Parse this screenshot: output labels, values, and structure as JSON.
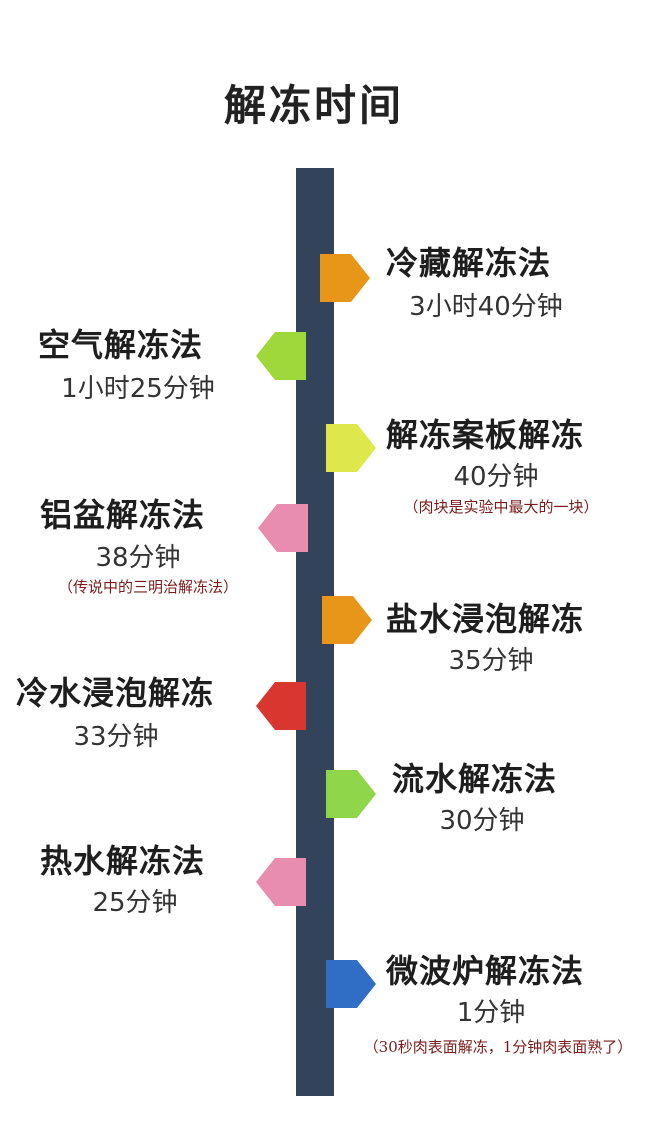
{
  "title": "解冻时间",
  "colors": {
    "bar": "#33435a",
    "orange": "#e8961a",
    "green": "#9fd83a",
    "yellow": "#dfe84a",
    "pink": "#e88cb0",
    "red": "#d8362e",
    "lightgreen": "#8fd64a",
    "blue": "#2f6ec4"
  },
  "items": [
    {
      "method": "冷藏解冻法",
      "duration": "3小时40分钟",
      "note": ""
    },
    {
      "method": "空气解冻法",
      "duration": "1小时25分钟",
      "note": ""
    },
    {
      "method": "解冻案板解冻",
      "duration": "40分钟",
      "note": "（肉块是实验中最大的一块）"
    },
    {
      "method": "铝盆解冻法",
      "duration": "38分钟",
      "note": "（传说中的三明治解冻法）"
    },
    {
      "method": "盐水浸泡解冻",
      "duration": "35分钟",
      "note": ""
    },
    {
      "method": "冷水浸泡解冻",
      "duration": "33分钟",
      "note": ""
    },
    {
      "method": "流水解冻法",
      "duration": "30分钟",
      "note": ""
    },
    {
      "method": "热水解冻法",
      "duration": "25分钟",
      "note": ""
    },
    {
      "method": "微波炉解冻法",
      "duration": "1分钟",
      "note": "（30秒肉表面解冻，1分钟肉表面熟了）"
    }
  ]
}
